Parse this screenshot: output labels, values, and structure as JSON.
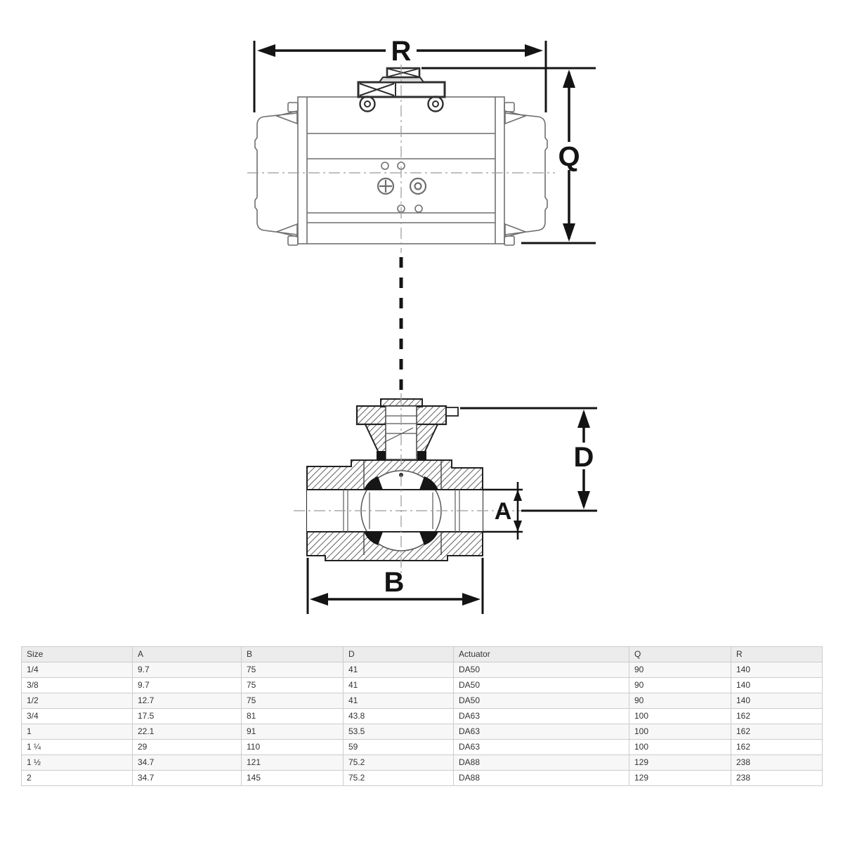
{
  "drawing": {
    "labels": {
      "r": "R",
      "q": "Q",
      "d": "D",
      "a": "A",
      "b": "B"
    },
    "colors": {
      "dimension_line": "#141414",
      "actuator_outline": "#6f6f6f",
      "valve_outline": "#222222",
      "centerline": "#9a9a9a"
    }
  },
  "table": {
    "columns": [
      "Size",
      "A",
      "B",
      "D",
      "Actuator",
      "Q",
      "R"
    ],
    "rows": [
      [
        "1/4",
        "9.7",
        "75",
        "41",
        "DA50",
        "90",
        "140"
      ],
      [
        "3/8",
        "9.7",
        "75",
        "41",
        "DA50",
        "90",
        "140"
      ],
      [
        "1/2",
        "12.7",
        "75",
        "41",
        "DA50",
        "90",
        "140"
      ],
      [
        "3/4",
        "17.5",
        "81",
        "43.8",
        "DA63",
        "100",
        "162"
      ],
      [
        "1",
        "22.1",
        "91",
        "53.5",
        "DA63",
        "100",
        "162"
      ],
      [
        "1 ¼",
        "29",
        "110",
        "59",
        "DA63",
        "100",
        "162"
      ],
      [
        "1 ½",
        "34.7",
        "121",
        "75.2",
        "DA88",
        "129",
        "238"
      ],
      [
        "2",
        "34.7",
        "145",
        "75.2",
        "DA88",
        "129",
        "238"
      ]
    ],
    "colors": {
      "header_bg": "#ececec",
      "alt_row_bg": "#f7f7f7",
      "border": "#cccccc",
      "text": "#333333"
    }
  }
}
